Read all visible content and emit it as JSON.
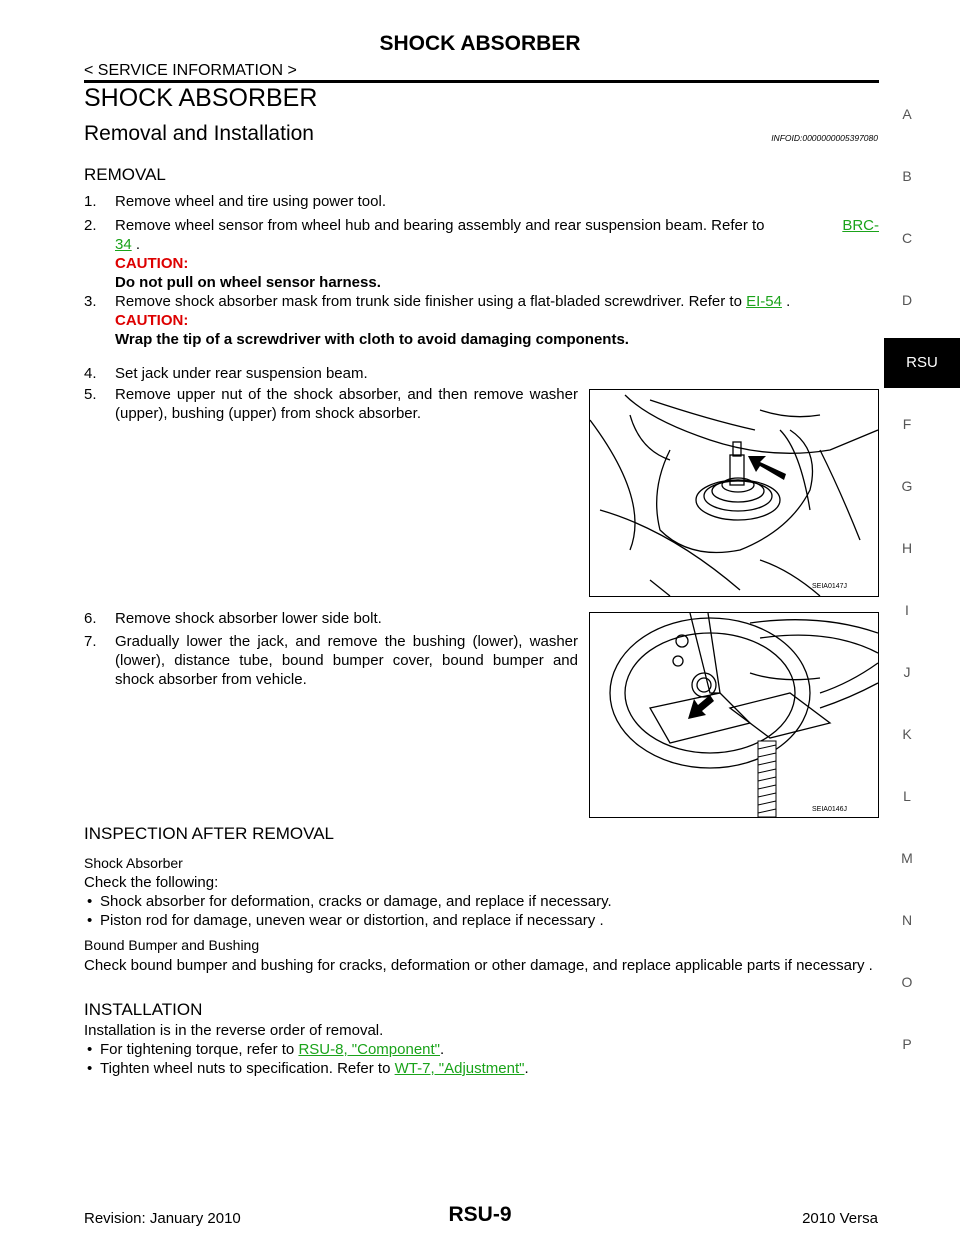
{
  "header": {
    "title": "SHOCK ABSORBER",
    "service_info": "< SERVICE INFORMATION >"
  },
  "section_title": "SHOCK ABSORBER",
  "sub_title": "Removal and Installation",
  "infoid": "INFOID:0000000005397080",
  "removal": {
    "heading": "REMOVAL",
    "steps": [
      {
        "num": "1.",
        "text": "Remove wheel and tire using power tool."
      },
      {
        "num": "2.",
        "text": "Remove wheel sensor from wheel hub and bearing assembly and rear suspension beam. Refer to",
        "link_a": "BRC-",
        "link_b": "34",
        "tail": " .",
        "caution_label": "CAUTION:",
        "caution_text": "Do not pull on wheel sensor harness."
      },
      {
        "num": "3.",
        "text": "Remove shock absorber mask from trunk side finisher using a flat-bladed screwdriver. Refer to",
        "link": "EI-54",
        "tail": " .",
        "caution_label": "CAUTION:",
        "caution_text": "Wrap the tip of a screwdriver with cloth to avoid damaging components."
      },
      {
        "num": "4.",
        "text": "Set jack under rear suspension beam."
      },
      {
        "num": "5.",
        "text": "Remove upper nut of the shock absorber, and then remove washer (upper), bushing (upper) from shock absorber."
      },
      {
        "num": "6.",
        "text": "Remove shock absorber lower side bolt."
      },
      {
        "num": "7.",
        "text": "Gradually lower the jack, and remove the bushing (lower), washer (lower), distance tube, bound bumper cover, bound bumper and shock absorber from vehicle."
      }
    ]
  },
  "figures": [
    {
      "id": "SEIA0147J"
    },
    {
      "id": "SEIA0146J"
    }
  ],
  "inspection": {
    "heading": "INSPECTION AFTER REMOVAL",
    "shock_absorber": {
      "heading": "Shock Absorber",
      "intro": "Check the following:",
      "bullets": [
        "Shock absorber for deformation, cracks or damage, and replace if necessary.",
        "Piston rod for damage, uneven wear or distortion, and replace  if necessary ."
      ]
    },
    "bound_bumper": {
      "heading": "Bound Bumper and Bushing",
      "text": "Check bound bumper and bushing for cracks, deformation or other damage, and replace applicable parts  if necessary ."
    }
  },
  "installation": {
    "heading": "INSTALLATION",
    "intro": "Installation is in the reverse order of removal.",
    "bullet1_text": "For tightening torque, refer to ",
    "bullet1_link": "RSU-8, \"Component\"",
    "bullet2_text": "Tighten wheel nuts to specification. Refer to ",
    "bullet2_link": "WT-7, \"Adjustment\"",
    "period": "."
  },
  "side_index": [
    "A",
    "B",
    "C",
    "D",
    "RSU",
    "F",
    "G",
    "H",
    "I",
    "J",
    "K",
    "L",
    "M",
    "N",
    "O",
    "P"
  ],
  "footer": {
    "revision": "Revision: January 2010",
    "page": "RSU-9",
    "model": "2010 Versa"
  },
  "colors": {
    "link": "#1aa31a",
    "caution": "#dd0000",
    "tab_bg": "#000000"
  }
}
